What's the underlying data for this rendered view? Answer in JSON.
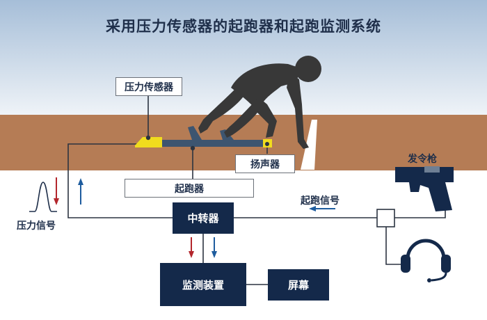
{
  "title": "采用压力传感器的起跑器和起跑监测系统",
  "labels": {
    "pressure_sensor": "压力传感器",
    "starting_block": "起跑器",
    "speaker": "扬声器",
    "starting_gun": "发令枪",
    "start_signal": "起跑信号",
    "pressure_signal": "压力信号",
    "relay": "中转器",
    "monitor": "监测装置",
    "screen": "屏幕"
  },
  "colors": {
    "sky_top": "#a9c0d8",
    "sky_bottom": "#eef3f8",
    "track": "#b57c55",
    "navy": "#14294a",
    "sensor_yellow": "#f0dc1e",
    "block_blue": "#3d5570",
    "runner": "#383838",
    "arrow_red": "#b3262c",
    "arrow_blue": "#1e5c9e",
    "line_dark": "#2b3340"
  },
  "icons": [
    "runner-silhouette",
    "starting-gun-icon",
    "headset-icon",
    "pressure-curve-icon"
  ]
}
